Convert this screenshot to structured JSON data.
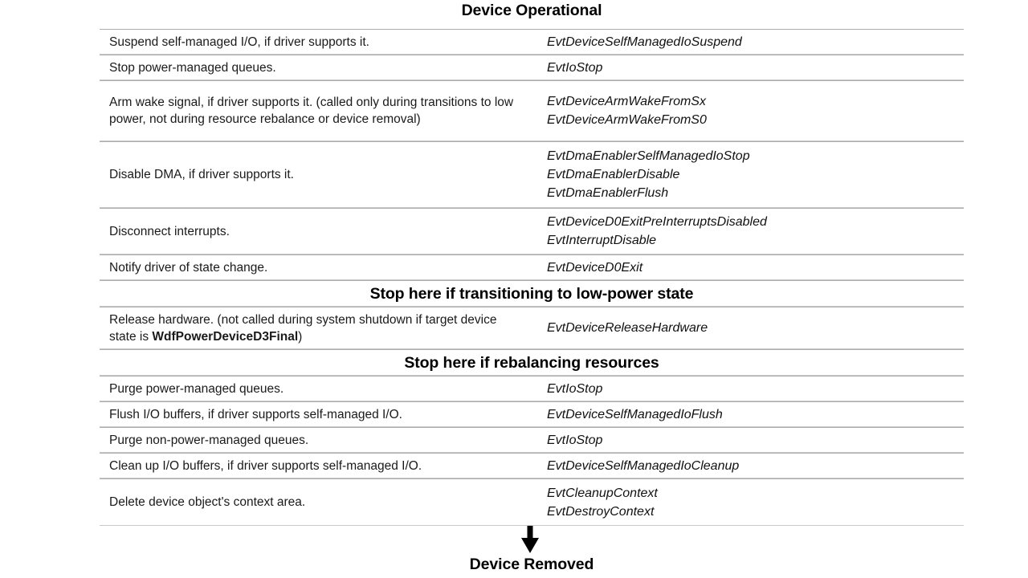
{
  "diagram": {
    "title_top": "Device Operational",
    "title_bottom": "Device Removed",
    "banner_low_power": "Stop here if transitioning to low-power state",
    "banner_rebalance": "Stop here if rebalancing resources",
    "accent_color": "#000000",
    "divider_color": "#adadad",
    "background_color": "#ffffff"
  },
  "rows": [
    {
      "task": "Suspend self-managed I/O, if driver supports it.",
      "callbacks": [
        "EvtDeviceSelfManagedIoSuspend"
      ]
    },
    {
      "task": "Stop power-managed queues.",
      "callbacks": [
        "EvtIoStop"
      ]
    },
    {
      "task": "Arm wake signal, if driver supports it. (called only during transitions to low power, not during resource rebalance or device removal)",
      "callbacks": [
        "EvtDeviceArmWakeFromSx",
        "EvtDeviceArmWakeFromS0"
      ]
    },
    {
      "task": "Disable DMA, if driver supports it.",
      "callbacks": [
        "EvtDmaEnablerSelfManagedIoStop",
        "EvtDmaEnablerDisable",
        "EvtDmaEnablerFlush"
      ]
    },
    {
      "task": "Disconnect interrupts.",
      "callbacks": [
        "EvtDeviceD0ExitPreInterruptsDisabled",
        "EvtInterruptDisable"
      ]
    },
    {
      "task": "Notify driver of state change.",
      "callbacks": [
        "EvtDeviceD0Exit"
      ]
    }
  ],
  "release_row": {
    "task_prefix": "Release hardware. (not called during system shutdown if target device state is ",
    "task_bold": "WdfPowerDeviceD3Final",
    "task_suffix": ")",
    "callbacks": [
      "EvtDeviceReleaseHardware"
    ]
  },
  "rows_after": [
    {
      "task": "Purge power-managed queues.",
      "callbacks": [
        "EvtIoStop"
      ]
    },
    {
      "task": "Flush I/O buffers, if driver supports self-managed I/O.",
      "callbacks": [
        "EvtDeviceSelfManagedIoFlush"
      ]
    },
    {
      "task": "Purge non-power-managed queues.",
      "callbacks": [
        "EvtIoStop"
      ]
    },
    {
      "task": "Clean up I/O buffers, if driver supports self-managed I/O.",
      "callbacks": [
        "EvtDeviceSelfManagedIoCleanup"
      ]
    },
    {
      "task": "Delete device object's context area.",
      "callbacks": [
        "EvtCleanupContext",
        "EvtDestroyContext"
      ]
    }
  ]
}
